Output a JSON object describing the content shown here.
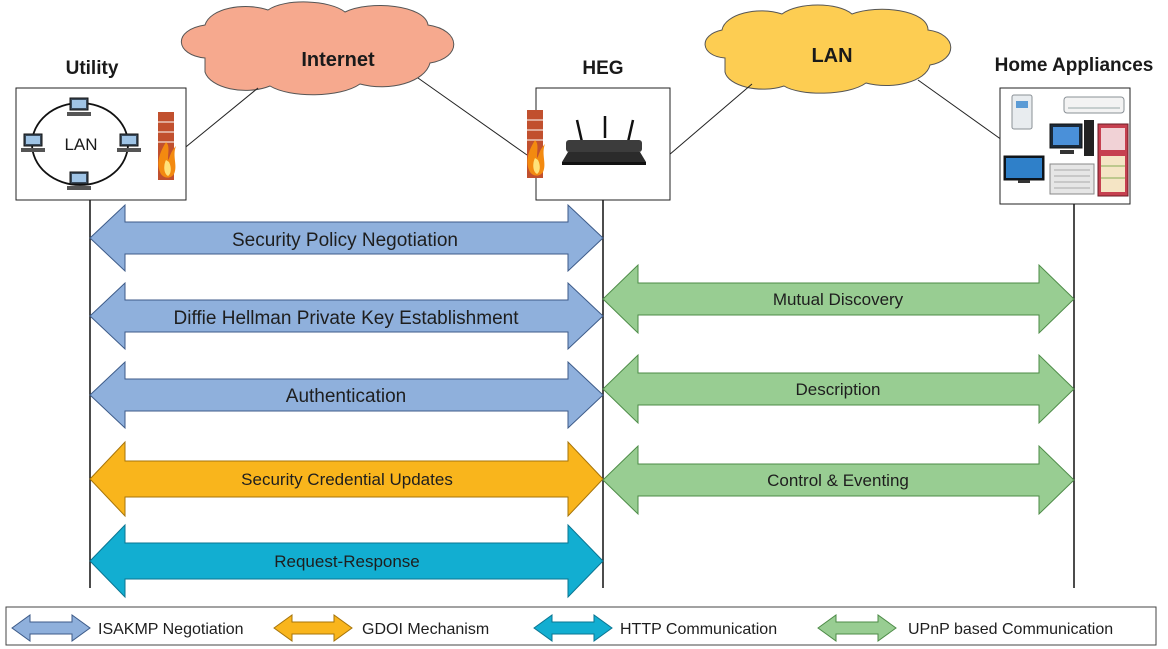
{
  "clouds": {
    "internet": "Internet",
    "lan": "LAN"
  },
  "nodes": {
    "utility": "Utility",
    "heg": "HEG",
    "home": "Home Appliances",
    "utility_lan": "LAN"
  },
  "left_arrows": [
    {
      "label": "Security Policy Negotiation",
      "kind": "isakmp"
    },
    {
      "label": "Diffie Hellman Private Key Establishment",
      "kind": "isakmp"
    },
    {
      "label": "Authentication",
      "kind": "isakmp"
    },
    {
      "label": "Security Credential Updates",
      "kind": "gdoi"
    },
    {
      "label": "Request-Response",
      "kind": "http"
    }
  ],
  "right_arrows": [
    {
      "label": "Mutual Discovery",
      "kind": "upnp"
    },
    {
      "label": "Description",
      "kind": "upnp"
    },
    {
      "label": "Control & Eventing",
      "kind": "upnp"
    }
  ],
  "legend": [
    {
      "label": "ISAKMP Negotiation",
      "kind": "isakmp"
    },
    {
      "label": "GDOI Mechanism",
      "kind": "gdoi"
    },
    {
      "label": "HTTP Communication",
      "kind": "http"
    },
    {
      "label": "UPnP based Communication",
      "kind": "upnp"
    }
  ],
  "colors": {
    "isakmp": "#8fb0dc",
    "gdoi": "#f9b51c",
    "http": "#12aed1",
    "upnp": "#98cd92",
    "internet_cloud": "#f6a98e",
    "lan_cloud": "#fdcd52",
    "firewall_brick": "#c1502e",
    "flame": "#f38a10"
  }
}
